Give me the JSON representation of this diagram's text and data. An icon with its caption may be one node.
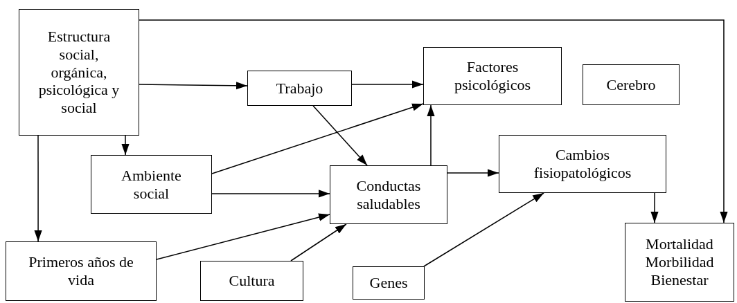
{
  "diagram": {
    "nodes": [
      {
        "text": [
          "Estructura social, orgánica, psicológica y social"
        ]
      },
      {
        "text": [
          "Trabajo"
        ]
      },
      {
        "text": [
          "Factores psicológicos"
        ]
      },
      {
        "text": [
          "Cerebro"
        ]
      },
      {
        "text": [
          "Ambiente social"
        ]
      },
      {
        "text": [
          "Conductas saludables"
        ]
      },
      {
        "text": [
          "Cambios fisiopatológicos"
        ]
      },
      {
        "text": [
          "Primeros años de vida"
        ]
      },
      {
        "text": [
          "Cultura"
        ]
      },
      {
        "text": [
          "Genes"
        ]
      },
      {
        "text": [
          "Mortalidad Morbilidad Bienestar"
        ]
      }
    ],
    "edges": [
      {
        "from": 0,
        "to": 1,
        "arrow": "to"
      },
      {
        "from": 0,
        "to": 10,
        "arrow": "to"
      },
      {
        "from": 0,
        "to": 4,
        "arrow": "to"
      },
      {
        "from": 0,
        "to": 7,
        "arrow": "to"
      },
      {
        "from": 1,
        "to": 2,
        "arrow": "to"
      },
      {
        "from": 1,
        "to": 5,
        "arrow": "to"
      },
      {
        "from": 4,
        "to": 2,
        "arrow": "to"
      },
      {
        "from": 4,
        "to": 5,
        "arrow": "to"
      },
      {
        "from": 7,
        "to": 5,
        "arrow": "to"
      },
      {
        "from": 8,
        "to": 5,
        "arrow": "to"
      },
      {
        "from": 5,
        "to": 2,
        "arrow": "to"
      },
      {
        "from": 5,
        "to": 6,
        "arrow": "to"
      },
      {
        "from": 9,
        "to": 6,
        "arrow": "to"
      },
      {
        "from": 6,
        "to": 10,
        "arrow": "to"
      }
    ]
  }
}
